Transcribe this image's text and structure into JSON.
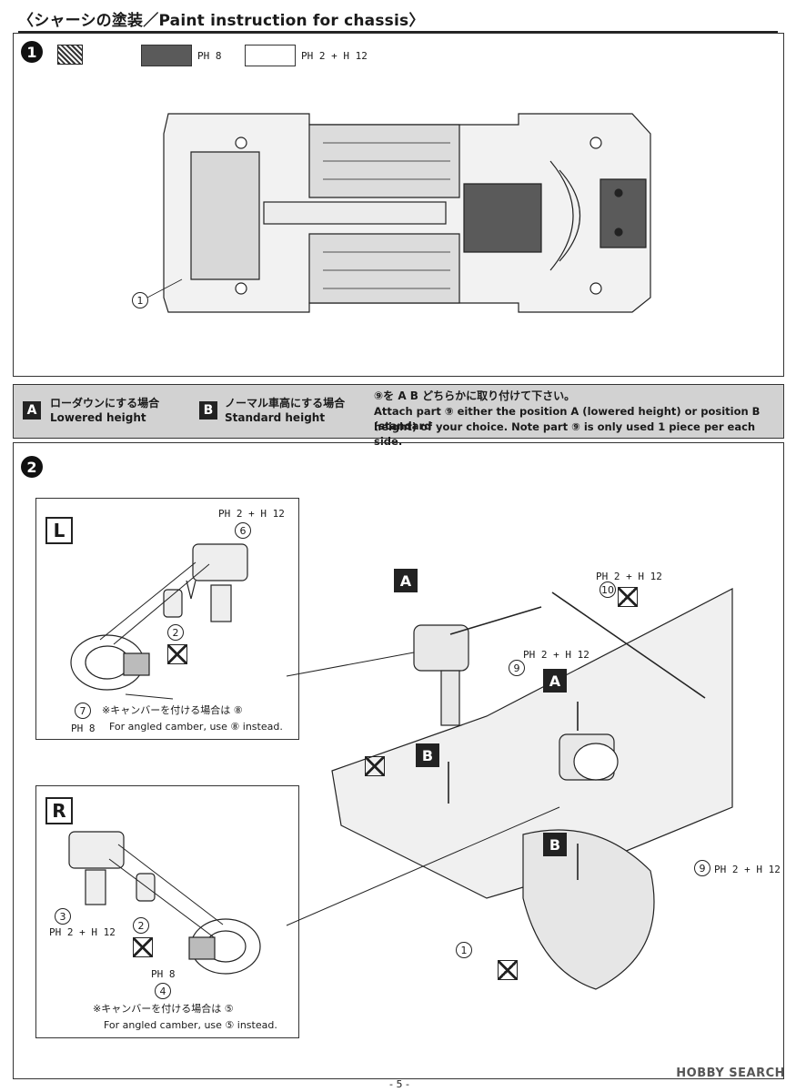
{
  "title": "〈シャーシの塗装／Paint instruction for chassis〉",
  "step1": {
    "number": "1",
    "paint_icon": "paint-instruction-icon",
    "swatches": [
      {
        "color": "#5a5a5a",
        "code": "PH 8"
      },
      {
        "color": "#ffffff",
        "code": "PH 2 + H 12"
      }
    ],
    "callout_part": "1"
  },
  "instruction_band": {
    "a_letter": "A",
    "a_jp": "ローダウンにする場合",
    "a_en": "Lowered height",
    "b_letter": "B",
    "b_jp": "ノーマル車高にする場合",
    "b_en": "Standard height",
    "note_jp": "⑨を A B どちらかに取り付けて下さい。",
    "note_en1": "Attach part ⑨ either the position A (lowered height) or position B (standard",
    "note_en2": "height) of your choice. Note part ⑨ is only used 1 piece per each side."
  },
  "step2": {
    "number": "2",
    "left": {
      "letter": "L",
      "paint_top": "PH 2 + H 12",
      "part_top": "6",
      "part_pin": "2",
      "part_rotor": "7",
      "paint_rotor": "PH 8",
      "camber_jp": "※キャンバーを付ける場合は ⑧",
      "camber_en": "For angled camber, use ⑧ instead."
    },
    "right": {
      "letter": "R",
      "part_top": "3",
      "paint_top": "PH 2 + H 12",
      "part_pin": "2",
      "paint_rotor": "PH 8",
      "part_rotor": "4",
      "camber_jp": "※キャンバーを付ける場合は ⑤",
      "camber_en": "For angled camber, use ⑤ instead."
    },
    "main": {
      "pos_a": "A",
      "pos_b": "B",
      "part_9": "9",
      "part_10": "10",
      "part_1": "1",
      "paint_10": "PH 2 + H 12",
      "paint_9a": "PH 2 + H 12",
      "paint_9b": "PH 2 + H 12"
    }
  },
  "page_number": "- 5 -",
  "watermark": "HOBBY SEARCH"
}
